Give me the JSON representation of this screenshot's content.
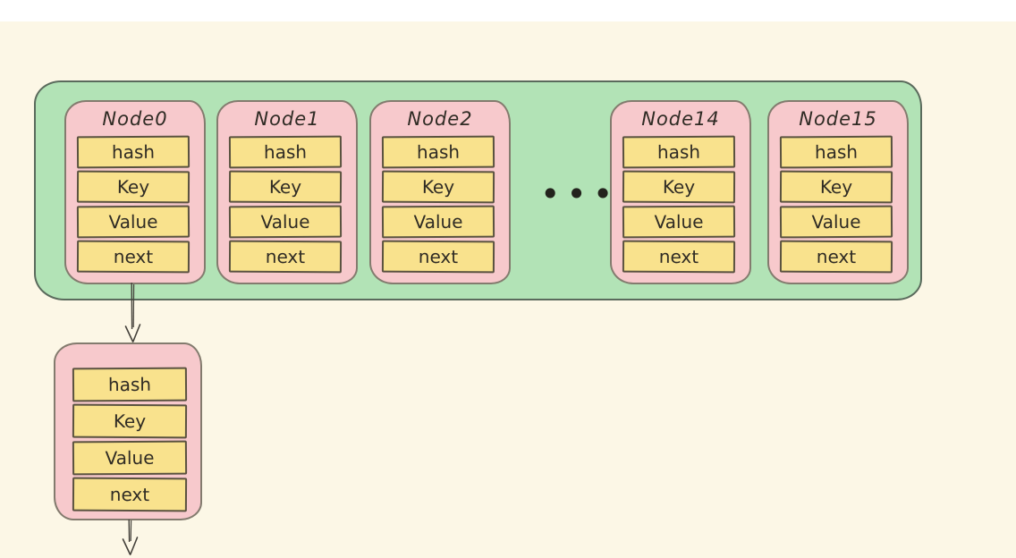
{
  "bucket_array": {
    "nodes": [
      {
        "title": "Node0",
        "fields": [
          "hash",
          "Key",
          "Value",
          "next"
        ]
      },
      {
        "title": "Node1",
        "fields": [
          "hash",
          "Key",
          "Value",
          "next"
        ]
      },
      {
        "title": "Node2",
        "fields": [
          "hash",
          "Key",
          "Value",
          "next"
        ]
      },
      {
        "title": "Node14",
        "fields": [
          "hash",
          "Key",
          "Value",
          "next"
        ]
      },
      {
        "title": "Node15",
        "fields": [
          "hash",
          "Key",
          "Value",
          "next"
        ]
      }
    ],
    "ellipsis": "•••"
  },
  "chained_node": {
    "fields": [
      "hash",
      "Key",
      "Value",
      "next"
    ]
  },
  "colors": {
    "background": "#fcf7e6",
    "top_strip": "#ffffff",
    "container_fill": "#b2e3b6",
    "container_border": "#5a6a5c",
    "node_fill": "#f7c9cc",
    "node_border": "#837b6e",
    "field_fill": "#f9e28d",
    "field_border": "#5a523f",
    "text": "#2f2b24",
    "arrow": "#43403a"
  }
}
